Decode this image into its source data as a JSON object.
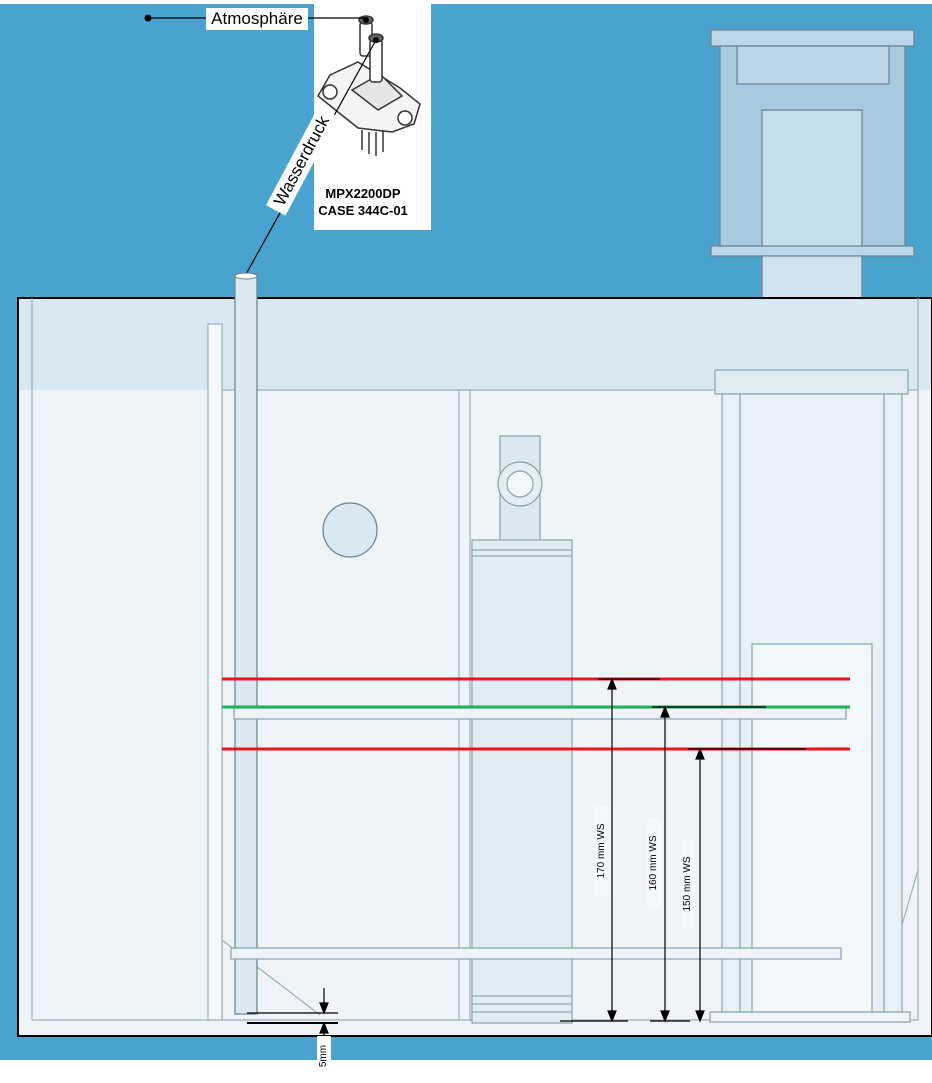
{
  "labels": {
    "atmosphere": "Atmosphäre",
    "water_pressure": "Wasserdruck"
  },
  "sensor": {
    "part_number": "MPX2200DP",
    "case": "CASE 344C-01"
  },
  "dimensions": {
    "level_170": "170 mm WS",
    "level_160": "160 mm WS",
    "level_150": "150 mm WS",
    "bottom_gap": "5mm"
  },
  "colors": {
    "background": "#4aa3cf",
    "tank_water": "#eef4f8",
    "tank_upper": "#d9e9f1",
    "outline": "#000000",
    "red_level": "#e8141e",
    "green_level": "#1fb25a",
    "glass": "#aac4d6"
  }
}
